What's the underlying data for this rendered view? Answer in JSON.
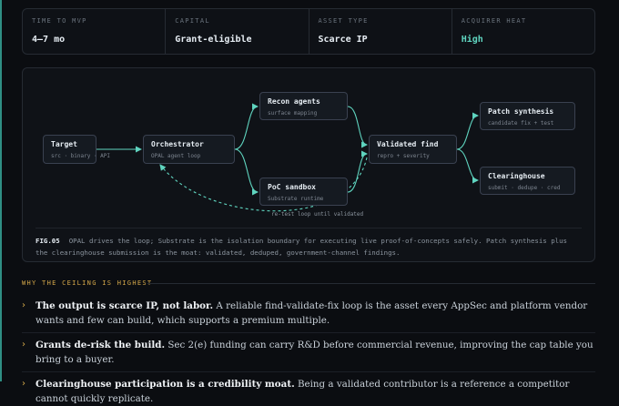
{
  "stats": [
    {
      "label": "TIME TO MVP",
      "value": "4–7 mo"
    },
    {
      "label": "CAPITAL",
      "value": "Grant-eligible"
    },
    {
      "label": "ASSET TYPE",
      "value": "Scarce IP"
    },
    {
      "label": "ACQUIRER HEAT",
      "value": "High"
    }
  ],
  "colors": {
    "accent": "#5fd4bf",
    "gold": "#d6a94a"
  },
  "diagram": {
    "nodes": {
      "target": {
        "title": "Target",
        "sub": "src · binary · API"
      },
      "orchestrator": {
        "title": "Orchestrator",
        "sub": "OPAL agent loop"
      },
      "recon": {
        "title": "Recon agents",
        "sub": "surface mapping"
      },
      "poc": {
        "title": "PoC sandbox",
        "sub": "Substrate runtime"
      },
      "validated": {
        "title": "Validated find",
        "sub": "repro + severity"
      },
      "patch": {
        "title": "Patch synthesis",
        "sub": "candidate fix + test"
      },
      "clearinghouse": {
        "title": "Clearinghouse",
        "sub": "submit · dedupe · cred"
      }
    },
    "loop_label": "re-test loop until validated",
    "fig_label": "FIG.05",
    "caption": "OPAL drives the loop; Substrate is the isolation boundary for executing live proof-of-concepts safely. Patch synthesis plus the clearinghouse submission is the moat: validated, deduped, government-channel findings."
  },
  "section": {
    "title": "WHY THE CEILING IS HIGHEST",
    "reasons": [
      {
        "bold": "The output is scarce IP, not labor.",
        "text": " A reliable find-validate-fix loop is the asset every AppSec and platform vendor wants and few can build, which supports a premium multiple."
      },
      {
        "bold": "Grants de-risk the build.",
        "text": " Sec 2(e) funding can carry R&D before commercial revenue, improving the cap table you bring to a buyer."
      },
      {
        "bold": "Clearinghouse participation is a credibility moat.",
        "text": " Being a validated contributor is a reference a competitor cannot quickly replicate."
      }
    ]
  }
}
